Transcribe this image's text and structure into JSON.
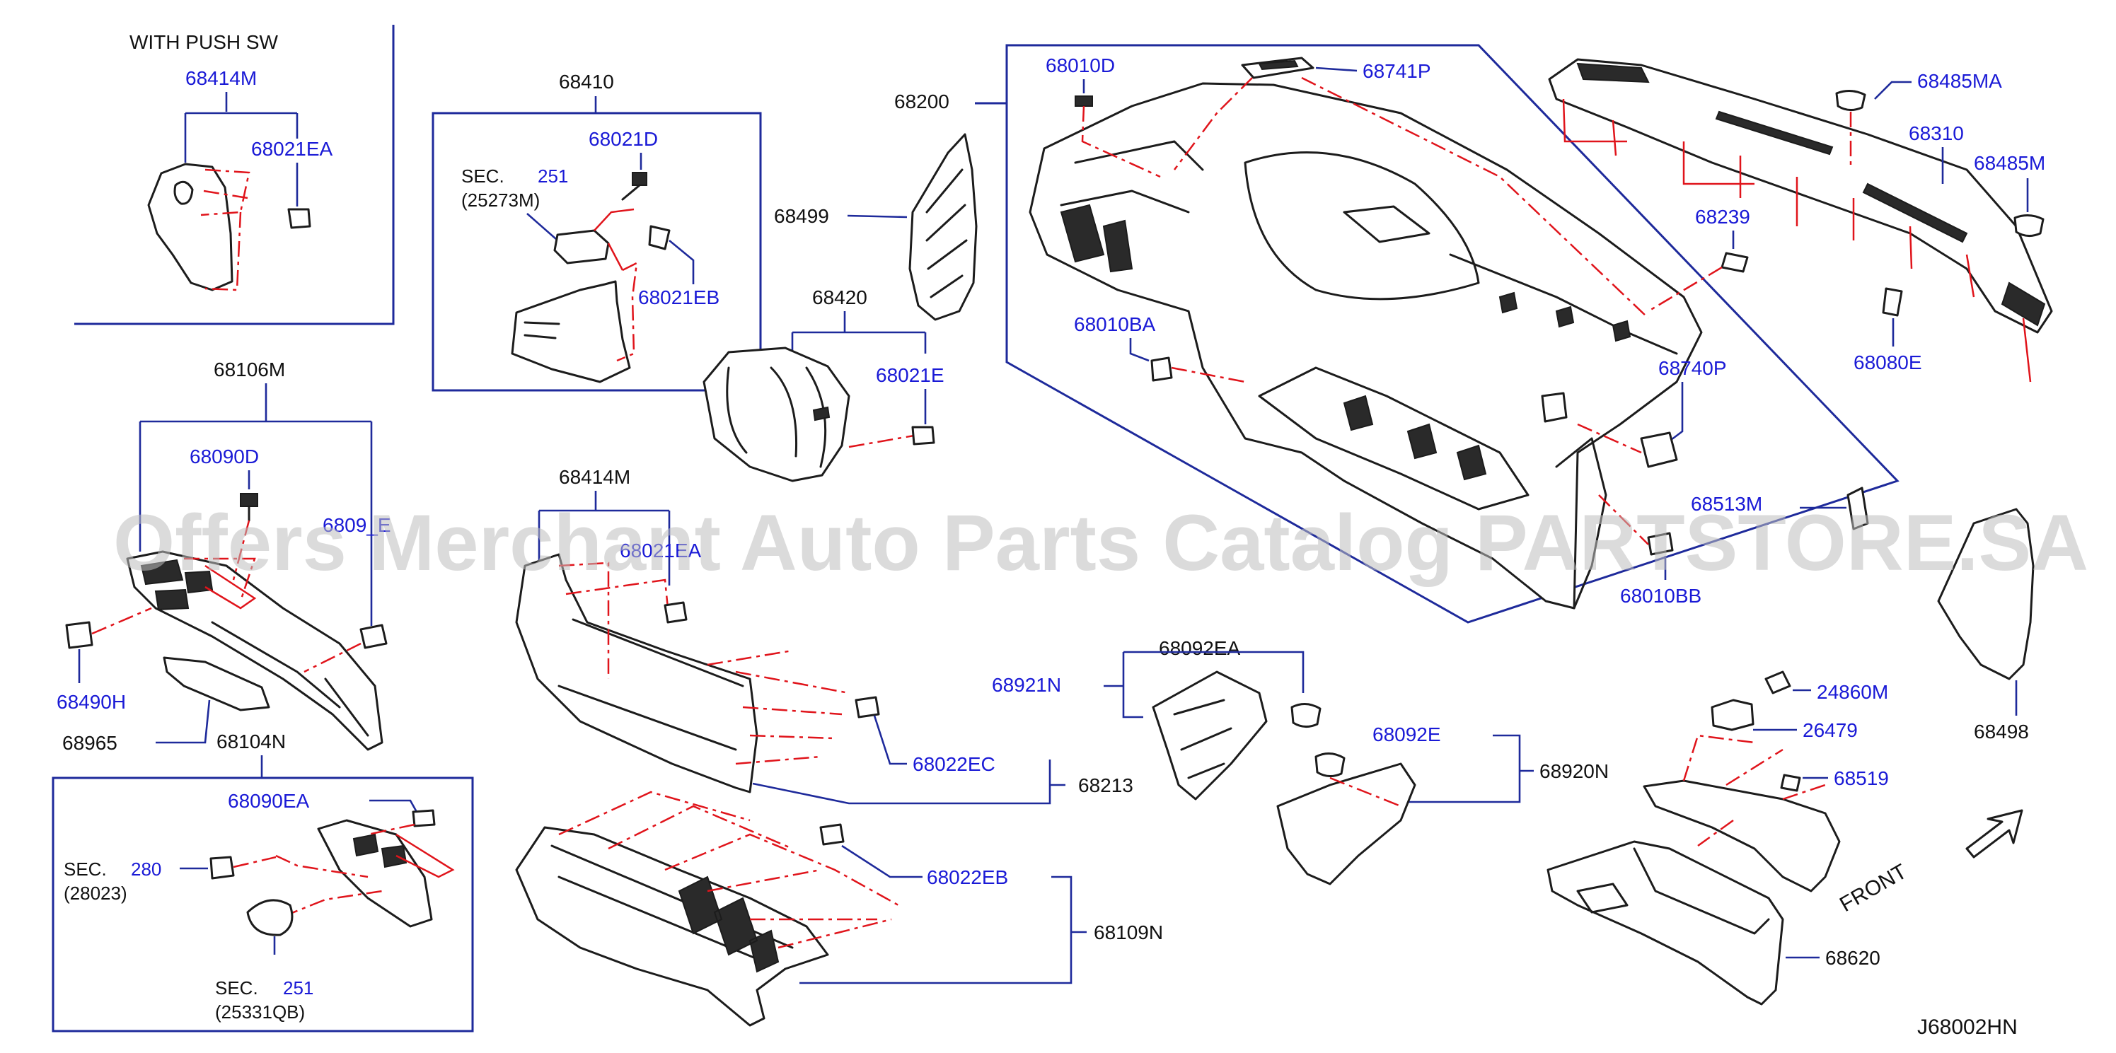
{
  "diagram": {
    "code": "J68002HN",
    "watermark": "Offers Merchant Auto Parts Catalog PARTSTORE.SA",
    "front_label": "FRONT",
    "with_push_sw": "WITH   PUSH   SW",
    "sec_word": "SEC.",
    "sections": [
      {
        "num": "251",
        "ref": "(25273M)"
      },
      {
        "num": "280",
        "ref": "(28023)"
      },
      {
        "num": "251",
        "ref": "(25331QB)"
      }
    ],
    "parts": {
      "p68414M_a": "68414M",
      "p68021EA_a": "68021EA",
      "p68410": "68410",
      "p68021D": "68021D",
      "p68021EB": "68021EB",
      "p68200": "68200",
      "p68499": "68499",
      "p68420": "68420",
      "p68021E": "68021E",
      "p68010D": "68010D",
      "p68741P": "68741P",
      "p68010BA": "68010BA",
      "p68740P": "68740P",
      "p68513M": "68513M",
      "p68010BB": "68010BB",
      "p68239": "68239",
      "p68485MA": "68485MA",
      "p68310": "68310",
      "p68485M": "68485M",
      "p68080E": "68080E",
      "p68106M": "68106M",
      "p68090D": "68090D",
      "p6809xE": "6809_E",
      "p68490H": "68490H",
      "p68965": "68965",
      "p68104N": "68104N",
      "p68090EA": "68090EA",
      "p68414M_b": "68414M",
      "p68021EA_b": "68021EA",
      "p68022EC": "68022EC",
      "p68213": "68213",
      "p68022EB": "68022EB",
      "p68109N": "68109N",
      "p68092EA": "68092EA",
      "p68921N": "68921N",
      "p68092E": "68092E",
      "p68920N": "68920N",
      "p24860M": "24860M",
      "p26479": "26479",
      "p68519": "68519",
      "p68498": "68498",
      "p68620": "68620"
    },
    "colors": {
      "label": "#1a1ad6",
      "leader": "#1e2a9b",
      "dashed_red": "#e0141b",
      "outline": "#1c1c1c"
    }
  }
}
